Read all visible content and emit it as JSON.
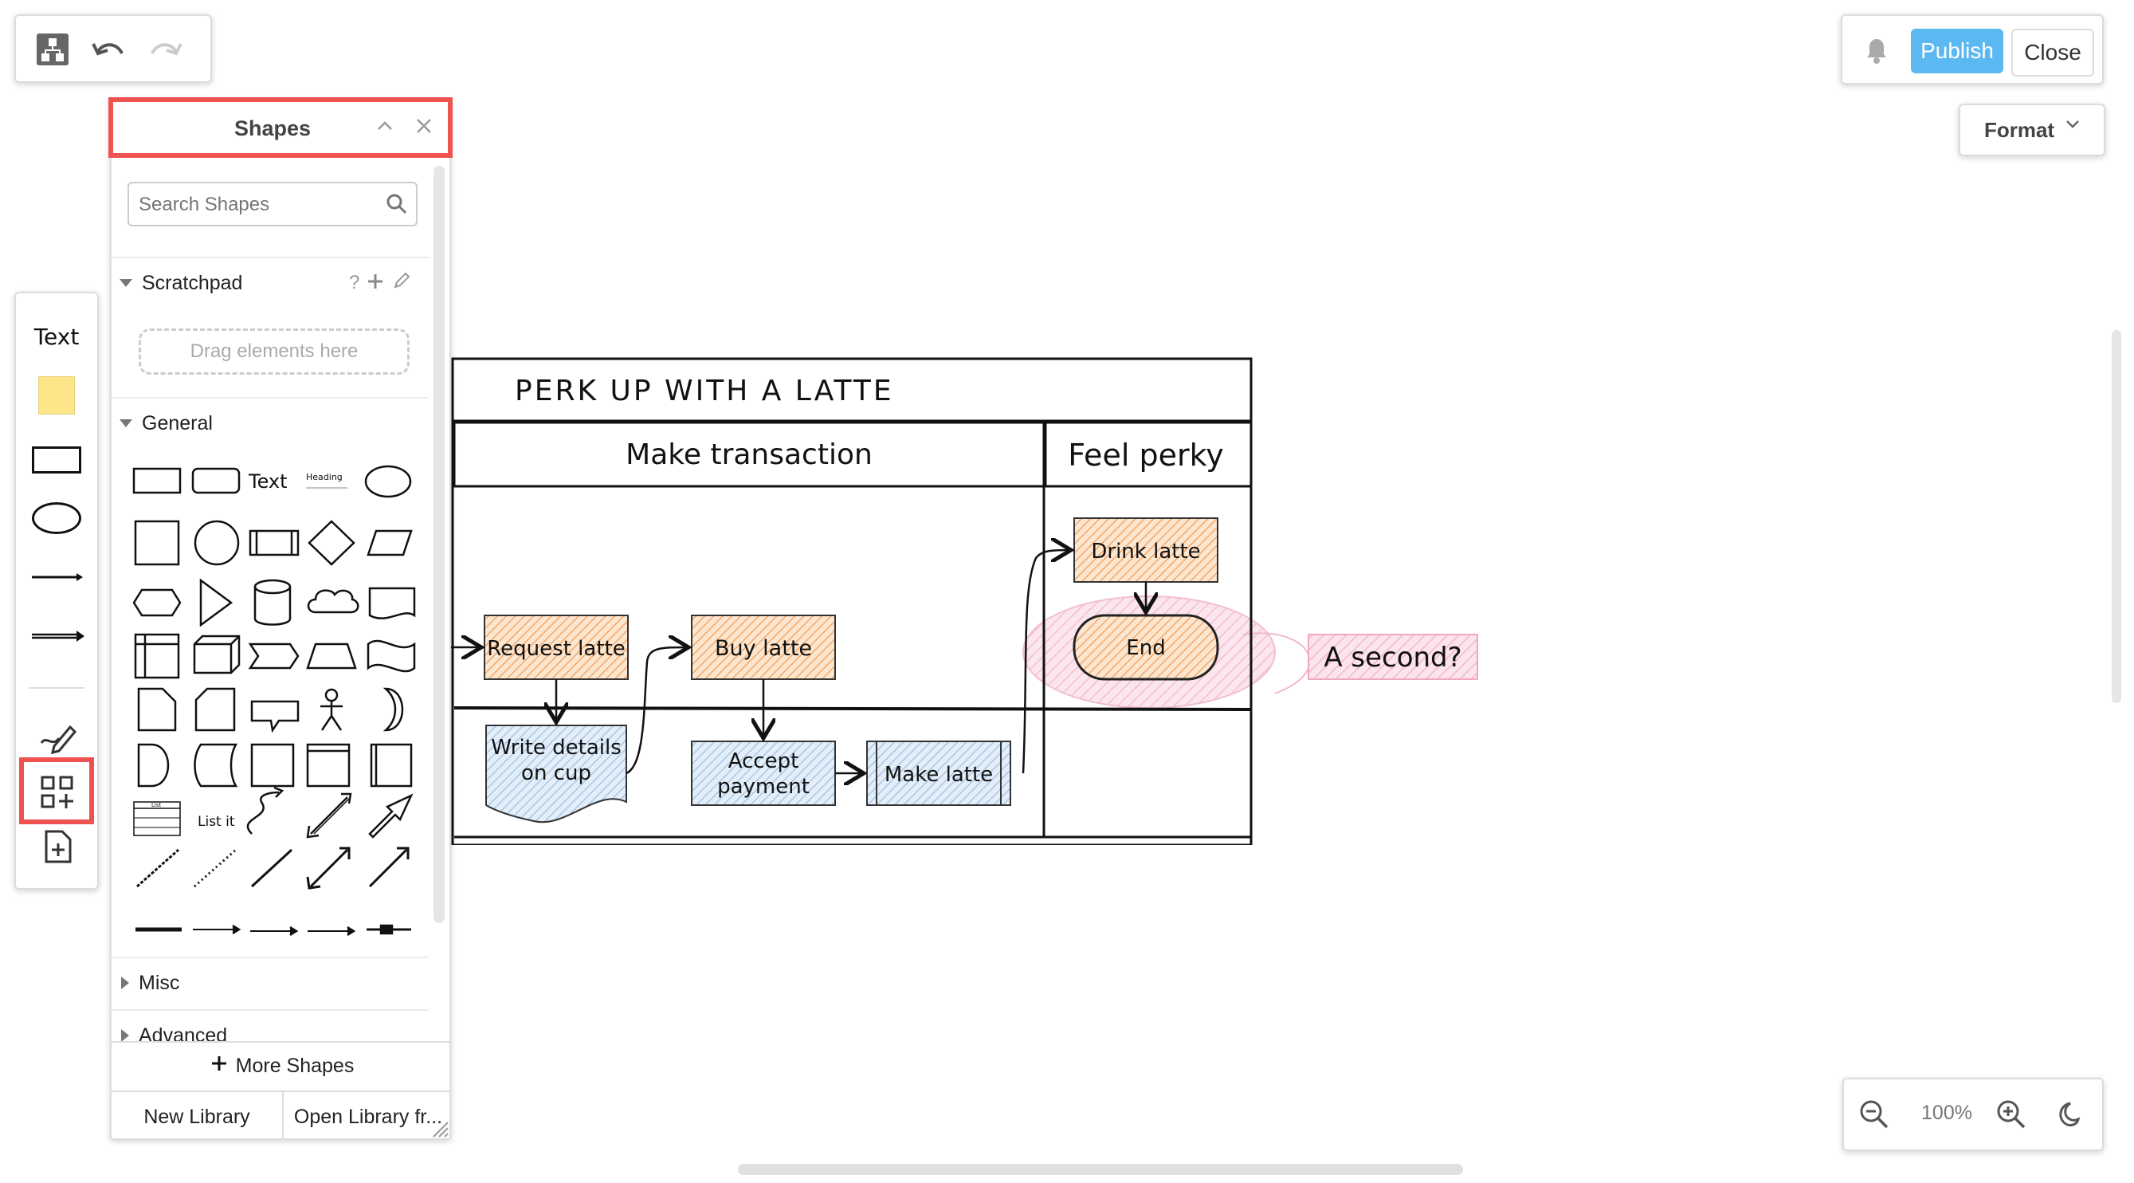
{
  "toolbar": {
    "undo_icon": "undo-icon",
    "redo_icon": "redo-icon",
    "app_icon": "diagram-icon"
  },
  "header": {
    "publish_label": "Publish",
    "close_label": "Close",
    "format_label": "Format"
  },
  "tools": {
    "text_label": "Text"
  },
  "shapes_panel": {
    "title": "Shapes",
    "search_placeholder": "Search Shapes",
    "scratchpad_label": "Scratchpad",
    "scratchpad_help": "?",
    "drag_hint": "Drag elements here",
    "general_label": "General",
    "shape_text_label": "Text",
    "shape_heading_label": "Heading",
    "shape_list_label": "List",
    "shape_listit_label": "List it",
    "misc_label": "Misc",
    "advanced_label": "Advanced",
    "more_shapes_label": "More Shapes",
    "new_library_label": "New Library",
    "open_library_label": "Open Library fr..."
  },
  "diagram": {
    "title": "PERK UP WITH A LATTE",
    "lane1": "Make transaction",
    "lane2": "Feel perky",
    "request_latte": "Request latte",
    "buy_latte": "Buy latte",
    "write_details_1": "Write details",
    "write_details_2": "on cup",
    "accept_payment_1": "Accept",
    "accept_payment_2": "payment",
    "make_latte": "Make latte",
    "drink_latte": "Drink latte",
    "end": "End",
    "a_second": "A second?"
  },
  "zoom": {
    "level": "100%"
  },
  "colors": {
    "accent": "#5bb8f0",
    "highlight": "#ef5350",
    "orange_fill": "#f9c896",
    "blue_fill": "#bcd6ee",
    "pink_fill": "#f4b6c8"
  }
}
